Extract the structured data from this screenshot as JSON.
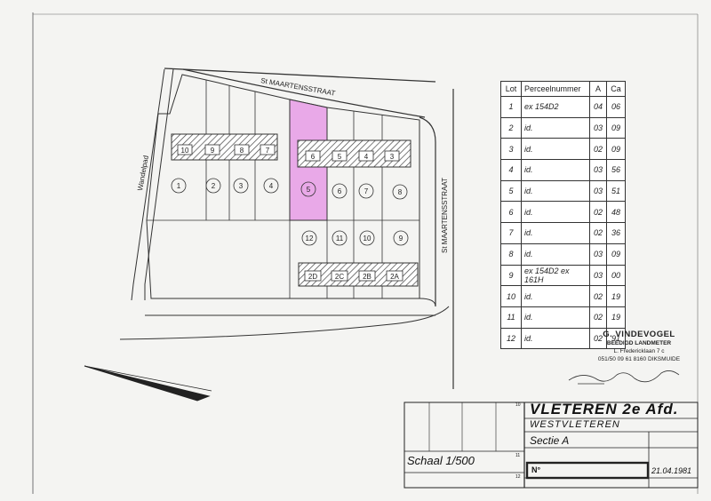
{
  "plan": {
    "street_top": "St MAARTENSSTRAAT",
    "street_right": "St MAARTENSSTRAAT",
    "street_left": "Wandelpad",
    "lot_numbers": [
      "1",
      "2",
      "3",
      "4",
      "5",
      "6",
      "7",
      "8",
      "12",
      "11",
      "10",
      "9"
    ],
    "house_labels_left": [
      "10",
      "9",
      "8",
      "7"
    ],
    "house_labels_right": [
      "6",
      "5",
      "4",
      "3"
    ],
    "house_labels_bottom": [
      "2D",
      "2C",
      "2B",
      "2A"
    ],
    "highlight_color": "#e9a9e8"
  },
  "table": {
    "headers": [
      "Lot",
      "Perceelnummer",
      "A",
      "Ca"
    ],
    "rows": [
      [
        "1",
        "ex 154D2",
        "04",
        "06"
      ],
      [
        "2",
        "id.",
        "03",
        "09"
      ],
      [
        "3",
        "id.",
        "02",
        "09"
      ],
      [
        "4",
        "id.",
        "03",
        "56"
      ],
      [
        "5",
        "id.",
        "03",
        "51"
      ],
      [
        "6",
        "id.",
        "02",
        "48"
      ],
      [
        "7",
        "id.",
        "02",
        "36"
      ],
      [
        "8",
        "id.",
        "03",
        "09"
      ],
      [
        "9",
        "ex 154D2 ex 161H",
        "03",
        "00"
      ],
      [
        "10",
        "id.",
        "02",
        "19"
      ],
      [
        "11",
        "id.",
        "02",
        "19"
      ],
      [
        "12",
        "id.",
        "02",
        "91"
      ]
    ]
  },
  "surveyor": {
    "name": "G. VINDEVOGEL",
    "title": "BEËDIGD LANDMETER",
    "address": "L. Fredericklaan 7 c",
    "contact": "051/50 09 61   8160  DIKSMUIDE"
  },
  "titleblock": {
    "place": "VLETEREN 2e Afd.",
    "sub": "WESTVLETEREN",
    "section": "Sectie  A",
    "scale": "Schaal  1/500",
    "number_label": "N°",
    "date": "21.04.1981",
    "cell_10": "10",
    "cell_11": "11",
    "cell_12": "12"
  }
}
